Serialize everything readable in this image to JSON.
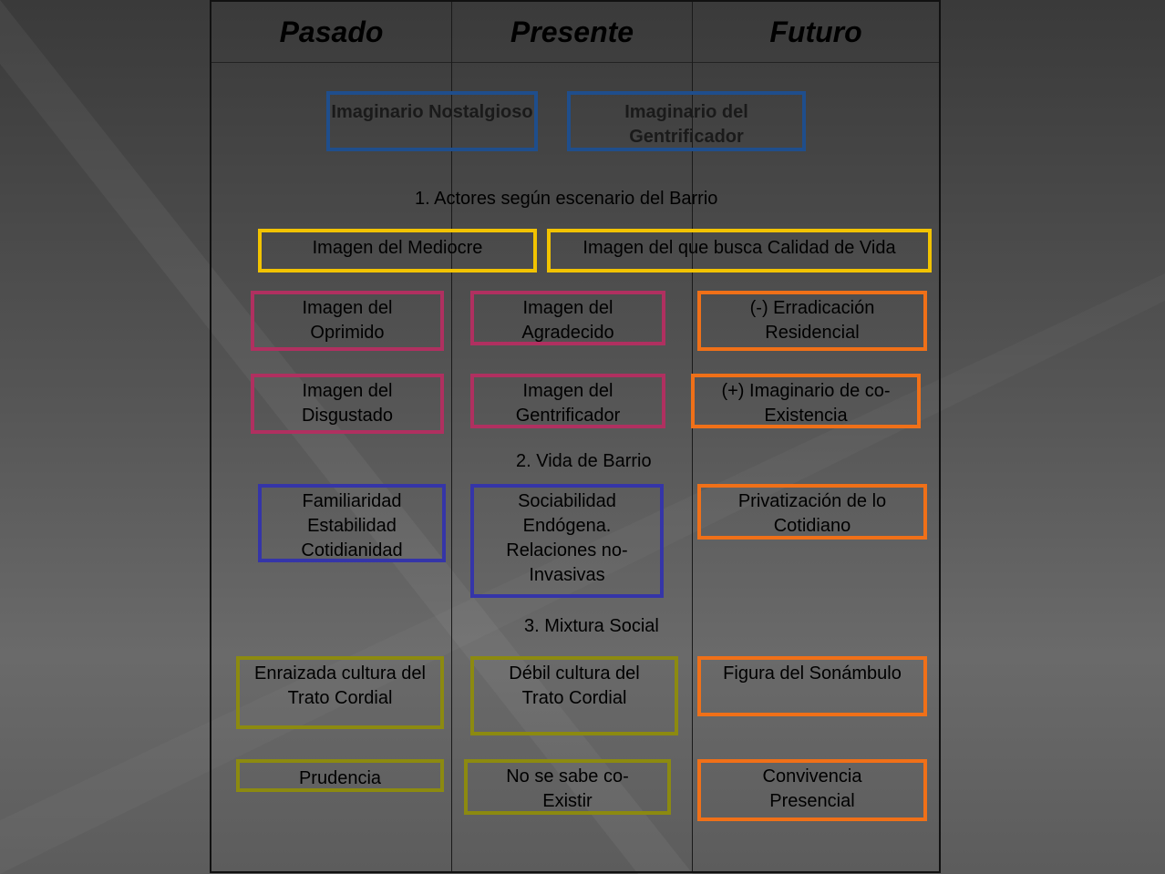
{
  "columns": [
    "Pasado",
    "Presente",
    "Futuro"
  ],
  "imaginarios": {
    "nostalgioso": "Imaginario Nostalgioso",
    "gentrificador": "Imaginario del Gentrificador"
  },
  "section1": {
    "title": "1. Actores según escenario del Barrio",
    "mediocre": "Imagen del Mediocre",
    "calidad": "Imagen del que busca Calidad de Vida",
    "oprimido": "Imagen del Oprimido",
    "agradecido": "Imagen del Agradecido",
    "erradicacion": "(-) Erradicación Residencial",
    "disgustado": "Imagen del Disgustado",
    "gentrificador": "Imagen del Gentrificador",
    "coexistencia": "(+) Imaginario de co-Existencia"
  },
  "section2": {
    "title": "2. Vida de Barrio",
    "familiaridad": "Familiaridad Estabilidad Cotidianidad",
    "sociabilidad": "Sociabilidad Endógena. Relaciones no-Invasivas",
    "privatizacion": "Privatización de lo Cotidiano"
  },
  "section3": {
    "title": "3. Mixtura Social",
    "enraizada": "Enraizada cultura del Trato Cordial",
    "debil": "Débil cultura del Trato Cordial",
    "sonambulo": "Figura del Sonámbulo",
    "prudencia": "Prudencia",
    "nosesabe": "No se sabe co-Existir",
    "convivencia": "Convivencia Presencial"
  }
}
